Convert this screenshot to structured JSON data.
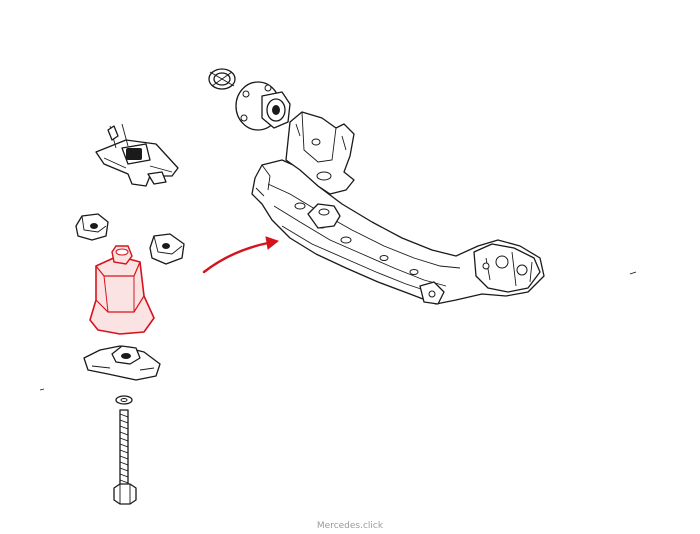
{
  "watermark": "Mercedes.click",
  "colors": {
    "line": "#1a1a1a",
    "highlight": "#d4141c",
    "highlight_fill": "#fbe3e4",
    "watermark": "#9a9a9a"
  },
  "parts": [
    {
      "id": "front-subframe",
      "icon": "subframe-drawing"
    },
    {
      "id": "wheel-hub-bearing",
      "icon": "hub-drawing"
    },
    {
      "id": "upper-bracket",
      "icon": "bracket-drawing"
    },
    {
      "id": "rubber-stop-left",
      "icon": "stop-drawing"
    },
    {
      "id": "rubber-stop-right",
      "icon": "stop-drawing"
    },
    {
      "id": "subframe-mount-bushing",
      "icon": "bushing-drawing",
      "highlighted": true
    },
    {
      "id": "lower-washer-plate",
      "icon": "plate-drawing"
    },
    {
      "id": "mounting-bolt",
      "icon": "bolt-drawing"
    }
  ],
  "pointer": {
    "icon": "curved-arrow-icon",
    "color": "#d4141c"
  }
}
